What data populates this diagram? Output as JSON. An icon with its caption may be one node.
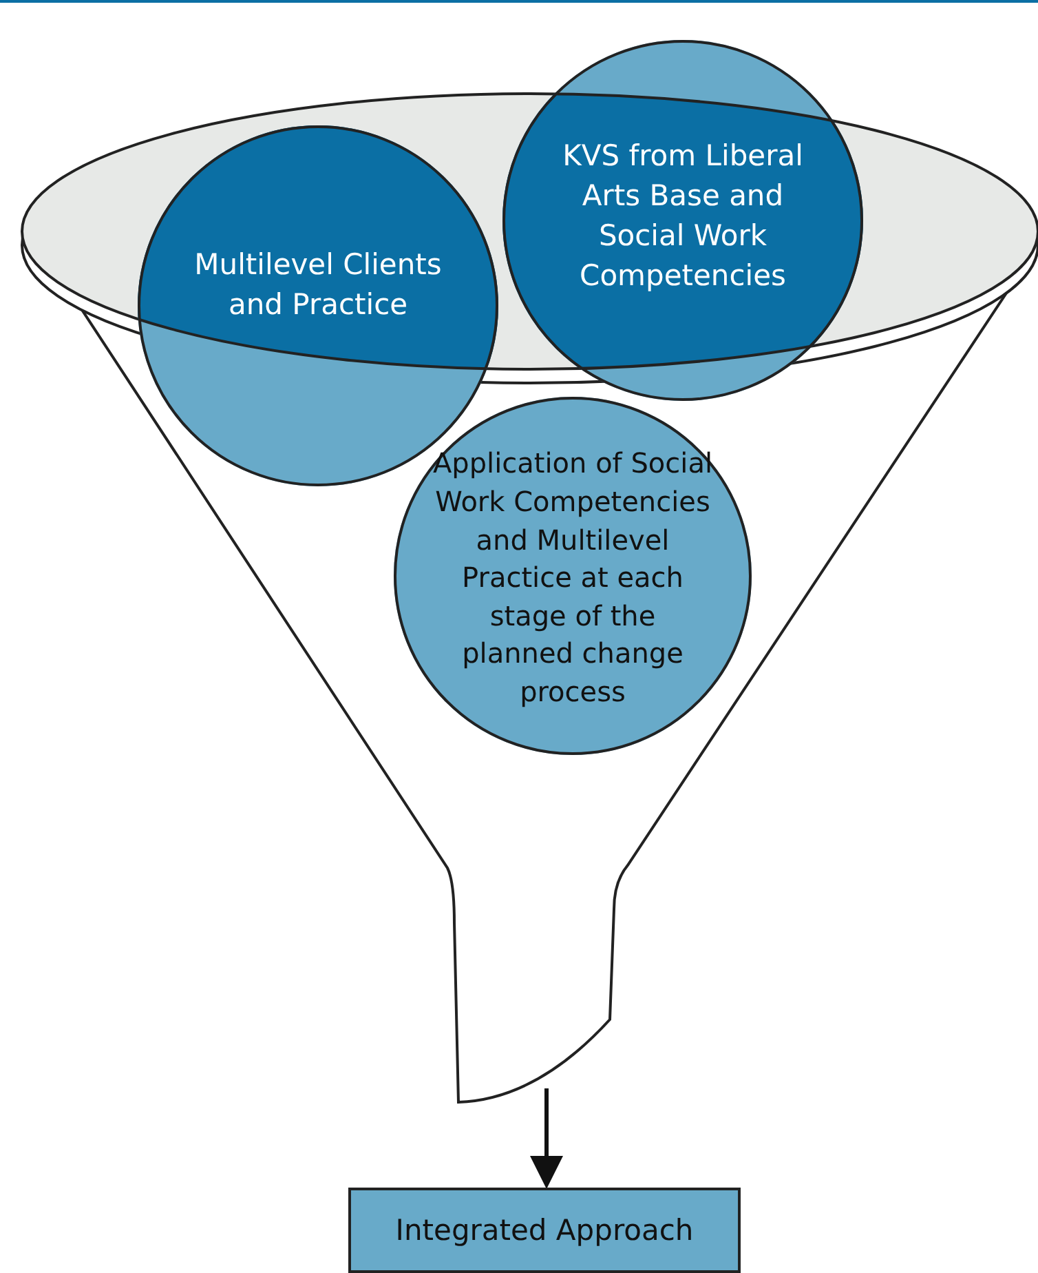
{
  "diagram": {
    "nodes": [
      {
        "text": [],
        "shape": "funnel"
      },
      {
        "text": [
          "Multilevel Clients and Practice"
        ],
        "in": 0
      },
      {
        "text": [
          "KVS from Liberal Arts Base and Social Work Competencies"
        ],
        "in": 0
      },
      {
        "text": [
          "Application of Social Work Competencies and Multilevel Practice at each stage of the planned change process"
        ],
        "in": 0
      },
      {
        "text": [
          "Integrated Approach"
        ]
      }
    ],
    "edges": [
      {
        "from": 0,
        "to": 4,
        "arrow": "to"
      }
    ]
  }
}
